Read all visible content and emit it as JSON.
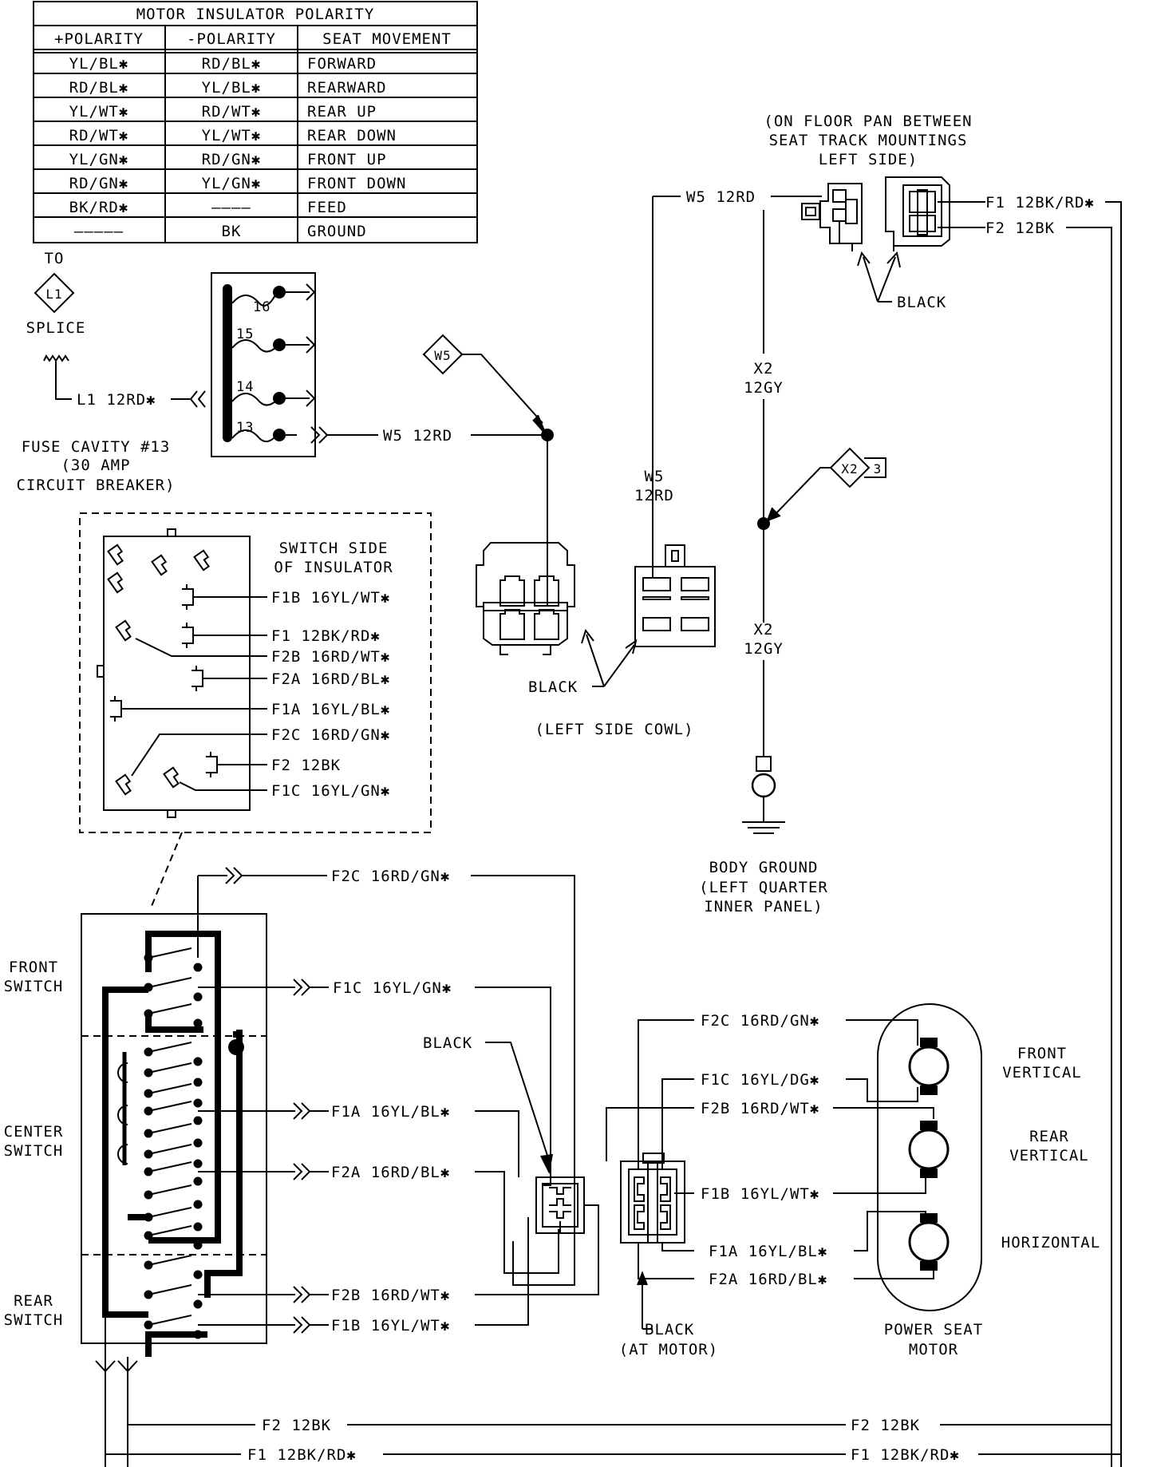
{
  "polarity_table": {
    "title": "MOTOR INSULATOR POLARITY",
    "headers": [
      "+POLARITY",
      "-POLARITY",
      "SEAT MOVEMENT"
    ],
    "rows": [
      [
        "YL/BL✱",
        "RD/BL✱",
        "FORWARD"
      ],
      [
        "RD/BL✱",
        "YL/BL✱",
        "REARWARD"
      ],
      [
        "YL/WT✱",
        "RD/WT✱",
        "REAR UP"
      ],
      [
        "RD/WT✱",
        "YL/WT✱",
        "REAR DOWN"
      ],
      [
        "YL/GN✱",
        "RD/GN✱",
        "FRONT UP"
      ],
      [
        "RD/GN✱",
        "YL/GN✱",
        "FRONT DOWN"
      ],
      [
        "BK/RD✱",
        "————",
        "FEED"
      ],
      [
        "—————",
        "BK",
        "GROUND"
      ]
    ]
  },
  "splice": {
    "to": "TO",
    "id": "L1",
    "label": "SPLICE",
    "wire": "L1 12RD✱"
  },
  "fuse_block": {
    "cavities": [
      "16",
      "15",
      "14",
      "13"
    ],
    "label_lines": [
      "FUSE CAVITY #13",
      "(30 AMP",
      "CIRCUIT BREAKER)"
    ],
    "w5_wire": "W5 12RD"
  },
  "insulator_detail": {
    "title_lines": [
      "SWITCH SIDE",
      "OF INSULATOR"
    ],
    "pins": [
      "F1B 16YL/WT✱",
      "F1 12BK/RD✱",
      "F2B 16RD/WT✱",
      "F2A 16RD/BL✱",
      "F1A 16YL/BL✱",
      "F2C 16RD/GN✱",
      "F2 12BK",
      "F1C 16YL/GN✱"
    ]
  },
  "splice_w5": {
    "id": "W5"
  },
  "cowl": {
    "w5_lines": [
      "W5",
      "12RD"
    ],
    "black": "BLACK",
    "location": "(LEFT SIDE COWL)"
  },
  "floor_pan": {
    "location_lines": [
      "(ON FLOOR PAN BETWEEN",
      "SEAT TRACK MOUNTINGS",
      "LEFT SIDE)"
    ],
    "w5_wire": "W5 12RD",
    "f1_wire": "F1 12BK/RD✱",
    "f2_wire": "F2 12BK",
    "black": "BLACK"
  },
  "ground": {
    "x2_upper": [
      "X2",
      "12GY"
    ],
    "x2_lower": [
      "X2",
      "12GY"
    ],
    "splice_id": "X2",
    "splice_ref": "3",
    "label_lines": [
      "BODY GROUND",
      "(LEFT QUARTER",
      "INNER PANEL)"
    ]
  },
  "switch_assembly": {
    "front": [
      "FRONT",
      "SWITCH"
    ],
    "center": [
      "CENTER",
      "SWITCH"
    ],
    "rear": [
      "REAR",
      "SWITCH"
    ],
    "wires": [
      "F2C 16RD/GN✱",
      "F1C 16YL/GN✱",
      "F1A 16YL/BL✱",
      "F2A 16RD/BL✱",
      "F2B 16RD/WT✱",
      "F1B 16YL/WT✱"
    ],
    "black": "BLACK"
  },
  "motor_connector": {
    "wires": [
      "F2C 16RD/GN✱",
      "F1C 16YL/DG✱",
      "F2B 16RD/WT✱",
      "F1B 16YL/WT✱",
      "F1A 16YL/BL✱",
      "F2A 16RD/BL✱"
    ],
    "black_lines": [
      "BLACK",
      "(AT MOTOR)"
    ]
  },
  "power_seat_motor": {
    "front": [
      "FRONT",
      "VERTICAL"
    ],
    "rear": [
      "REAR",
      "VERTICAL"
    ],
    "horizontal": "HORIZONTAL",
    "label_lines": [
      "POWER SEAT",
      "MOTOR"
    ]
  },
  "bottom_wires": {
    "f2_left": "F2 12BK",
    "f2_right": "F2 12BK",
    "f1_left": "F1 12BK/RD✱",
    "f1_right": "F1 12BK/RD✱"
  }
}
